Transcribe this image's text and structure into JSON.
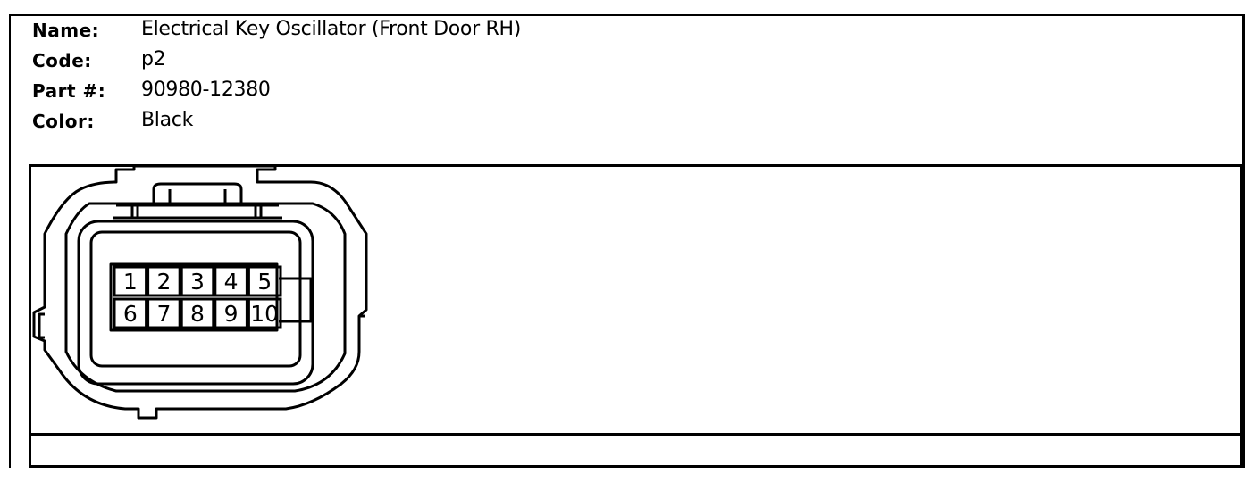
{
  "fields": [
    {
      "label": "Name:",
      "value": "Electrical Key Oscillator (Front Door RH)"
    },
    {
      "label": "Code:",
      "value": "p2"
    },
    {
      "label": "Part #:",
      "value": "90980-12380"
    },
    {
      "label": "Color:",
      "value": "Black"
    }
  ],
  "connector": {
    "pins_top": [
      "1",
      "2",
      "3",
      "4",
      "5"
    ],
    "pins_bottom": [
      "6",
      "7",
      "8",
      "9",
      "10"
    ]
  }
}
